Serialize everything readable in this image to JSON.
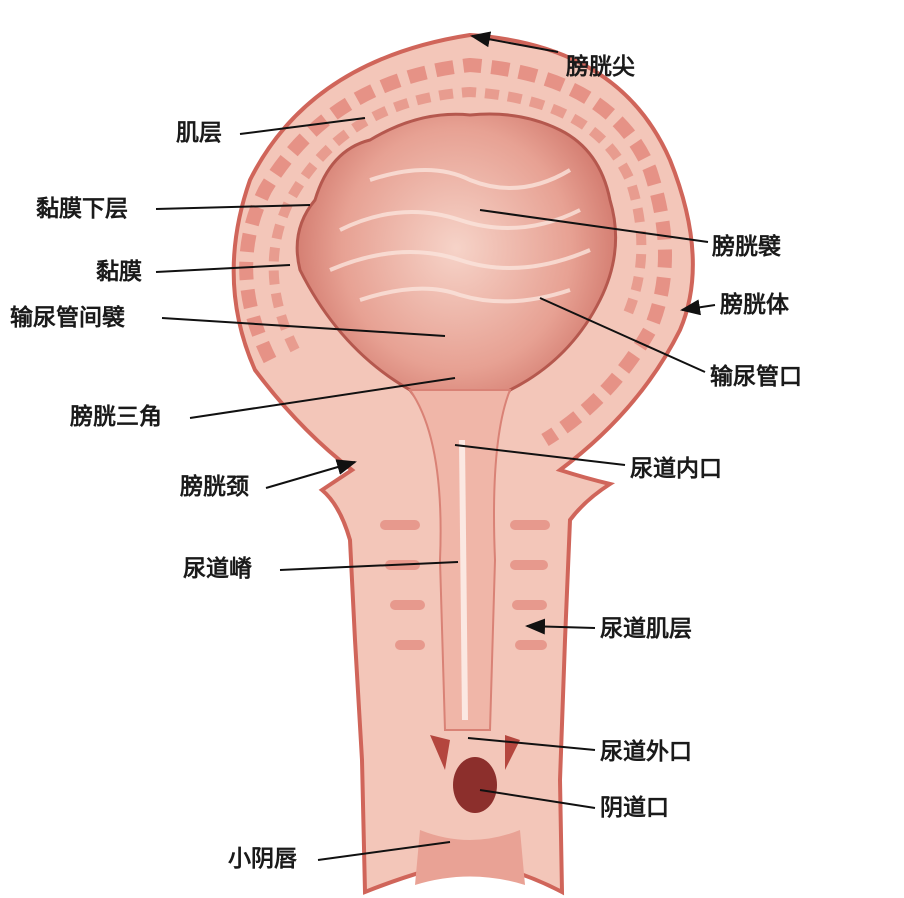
{
  "labels": {
    "apex": "膀胱尖",
    "muscle_layer": "肌层",
    "submucosa": "黏膜下层",
    "mucosa": "黏膜",
    "interureteric_fold": "输尿管间襞",
    "bladder_folds": "膀胱襞",
    "bladder_body": "膀胱体",
    "ureteric_orifice": "输尿管口",
    "trigone": "膀胱三角",
    "internal_urethral_orifice": "尿道内口",
    "bladder_neck": "膀胱颈",
    "urethral_crest": "尿道嵴",
    "urethral_muscle_layer": "尿道肌层",
    "external_urethral_orifice": "尿道外口",
    "vaginal_orifice": "阴道口",
    "labia_minora": "小阴唇"
  },
  "colors": {
    "tissue": "#f3c6b9",
    "outline": "#d0655a",
    "cavity": "#e3948a",
    "muscle": "#e07c70"
  }
}
